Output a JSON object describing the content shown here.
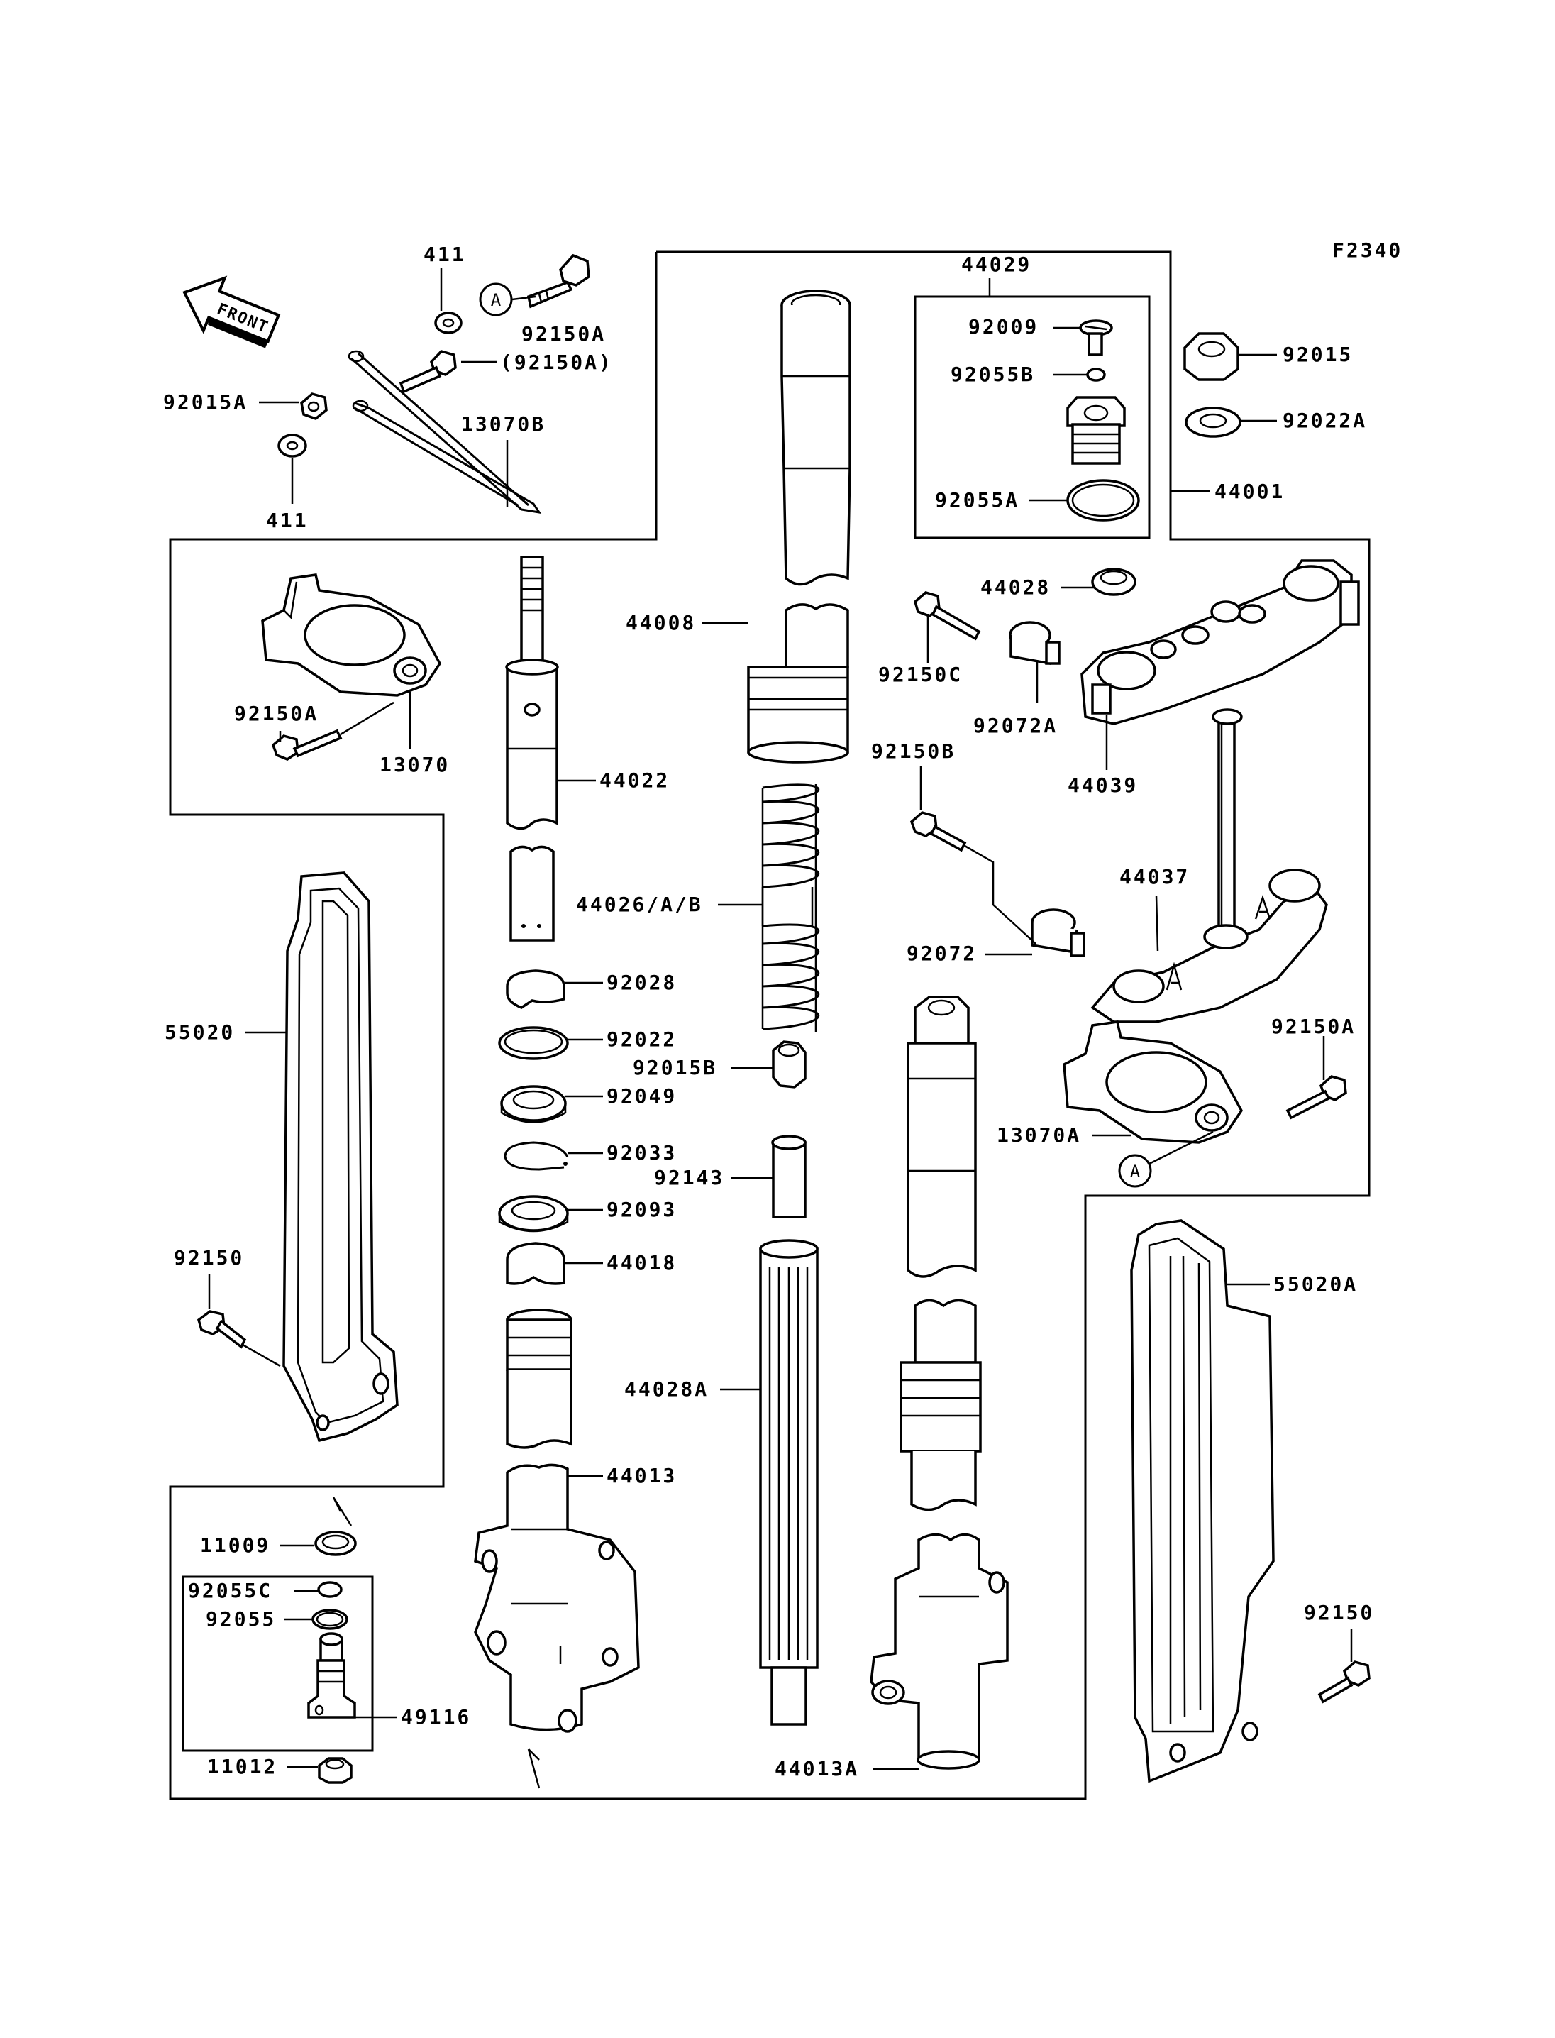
{
  "diagram": {
    "ref_code": "F2340",
    "front_arrow_label": "FRONT",
    "marker_label": "A",
    "labels": {
      "p411_top": "411",
      "p411_bottom": "411",
      "p92150A_top": "92150A",
      "p92150A_paren": "(92150A)",
      "p92015A": "92015A",
      "p13070B": "13070B",
      "p44029": "44029",
      "p92009": "92009",
      "p92055B": "92055B",
      "p92055A": "92055A",
      "p92015": "92015",
      "p92022A": "92022A",
      "p44001": "44001",
      "p44028": "44028",
      "p92150C": "92150C",
      "p92072A": "92072A",
      "p44039": "44039",
      "p92150B": "92150B",
      "p44037": "44037",
      "p92072": "92072",
      "p92150A_right": "92150A",
      "p13070A": "13070A",
      "p44008": "44008",
      "p92150A_left": "92150A",
      "p13070": "13070",
      "p44022": "44022",
      "p44026": "44026/A/B",
      "p92028": "92028",
      "p92022": "92022",
      "p92015B": "92015B",
      "p92049": "92049",
      "p92033": "92033",
      "p92143": "92143",
      "p92093": "92093",
      "p44018": "44018",
      "p55020": "55020",
      "p92150_left": "92150",
      "p44028A": "44028A",
      "p44013": "44013",
      "p55020A": "55020A",
      "p92150_right": "92150",
      "p11009": "11009",
      "p92055C": "92055C",
      "p92055": "92055",
      "p49116": "49116",
      "p11012": "11012",
      "p44013A": "44013A"
    }
  }
}
